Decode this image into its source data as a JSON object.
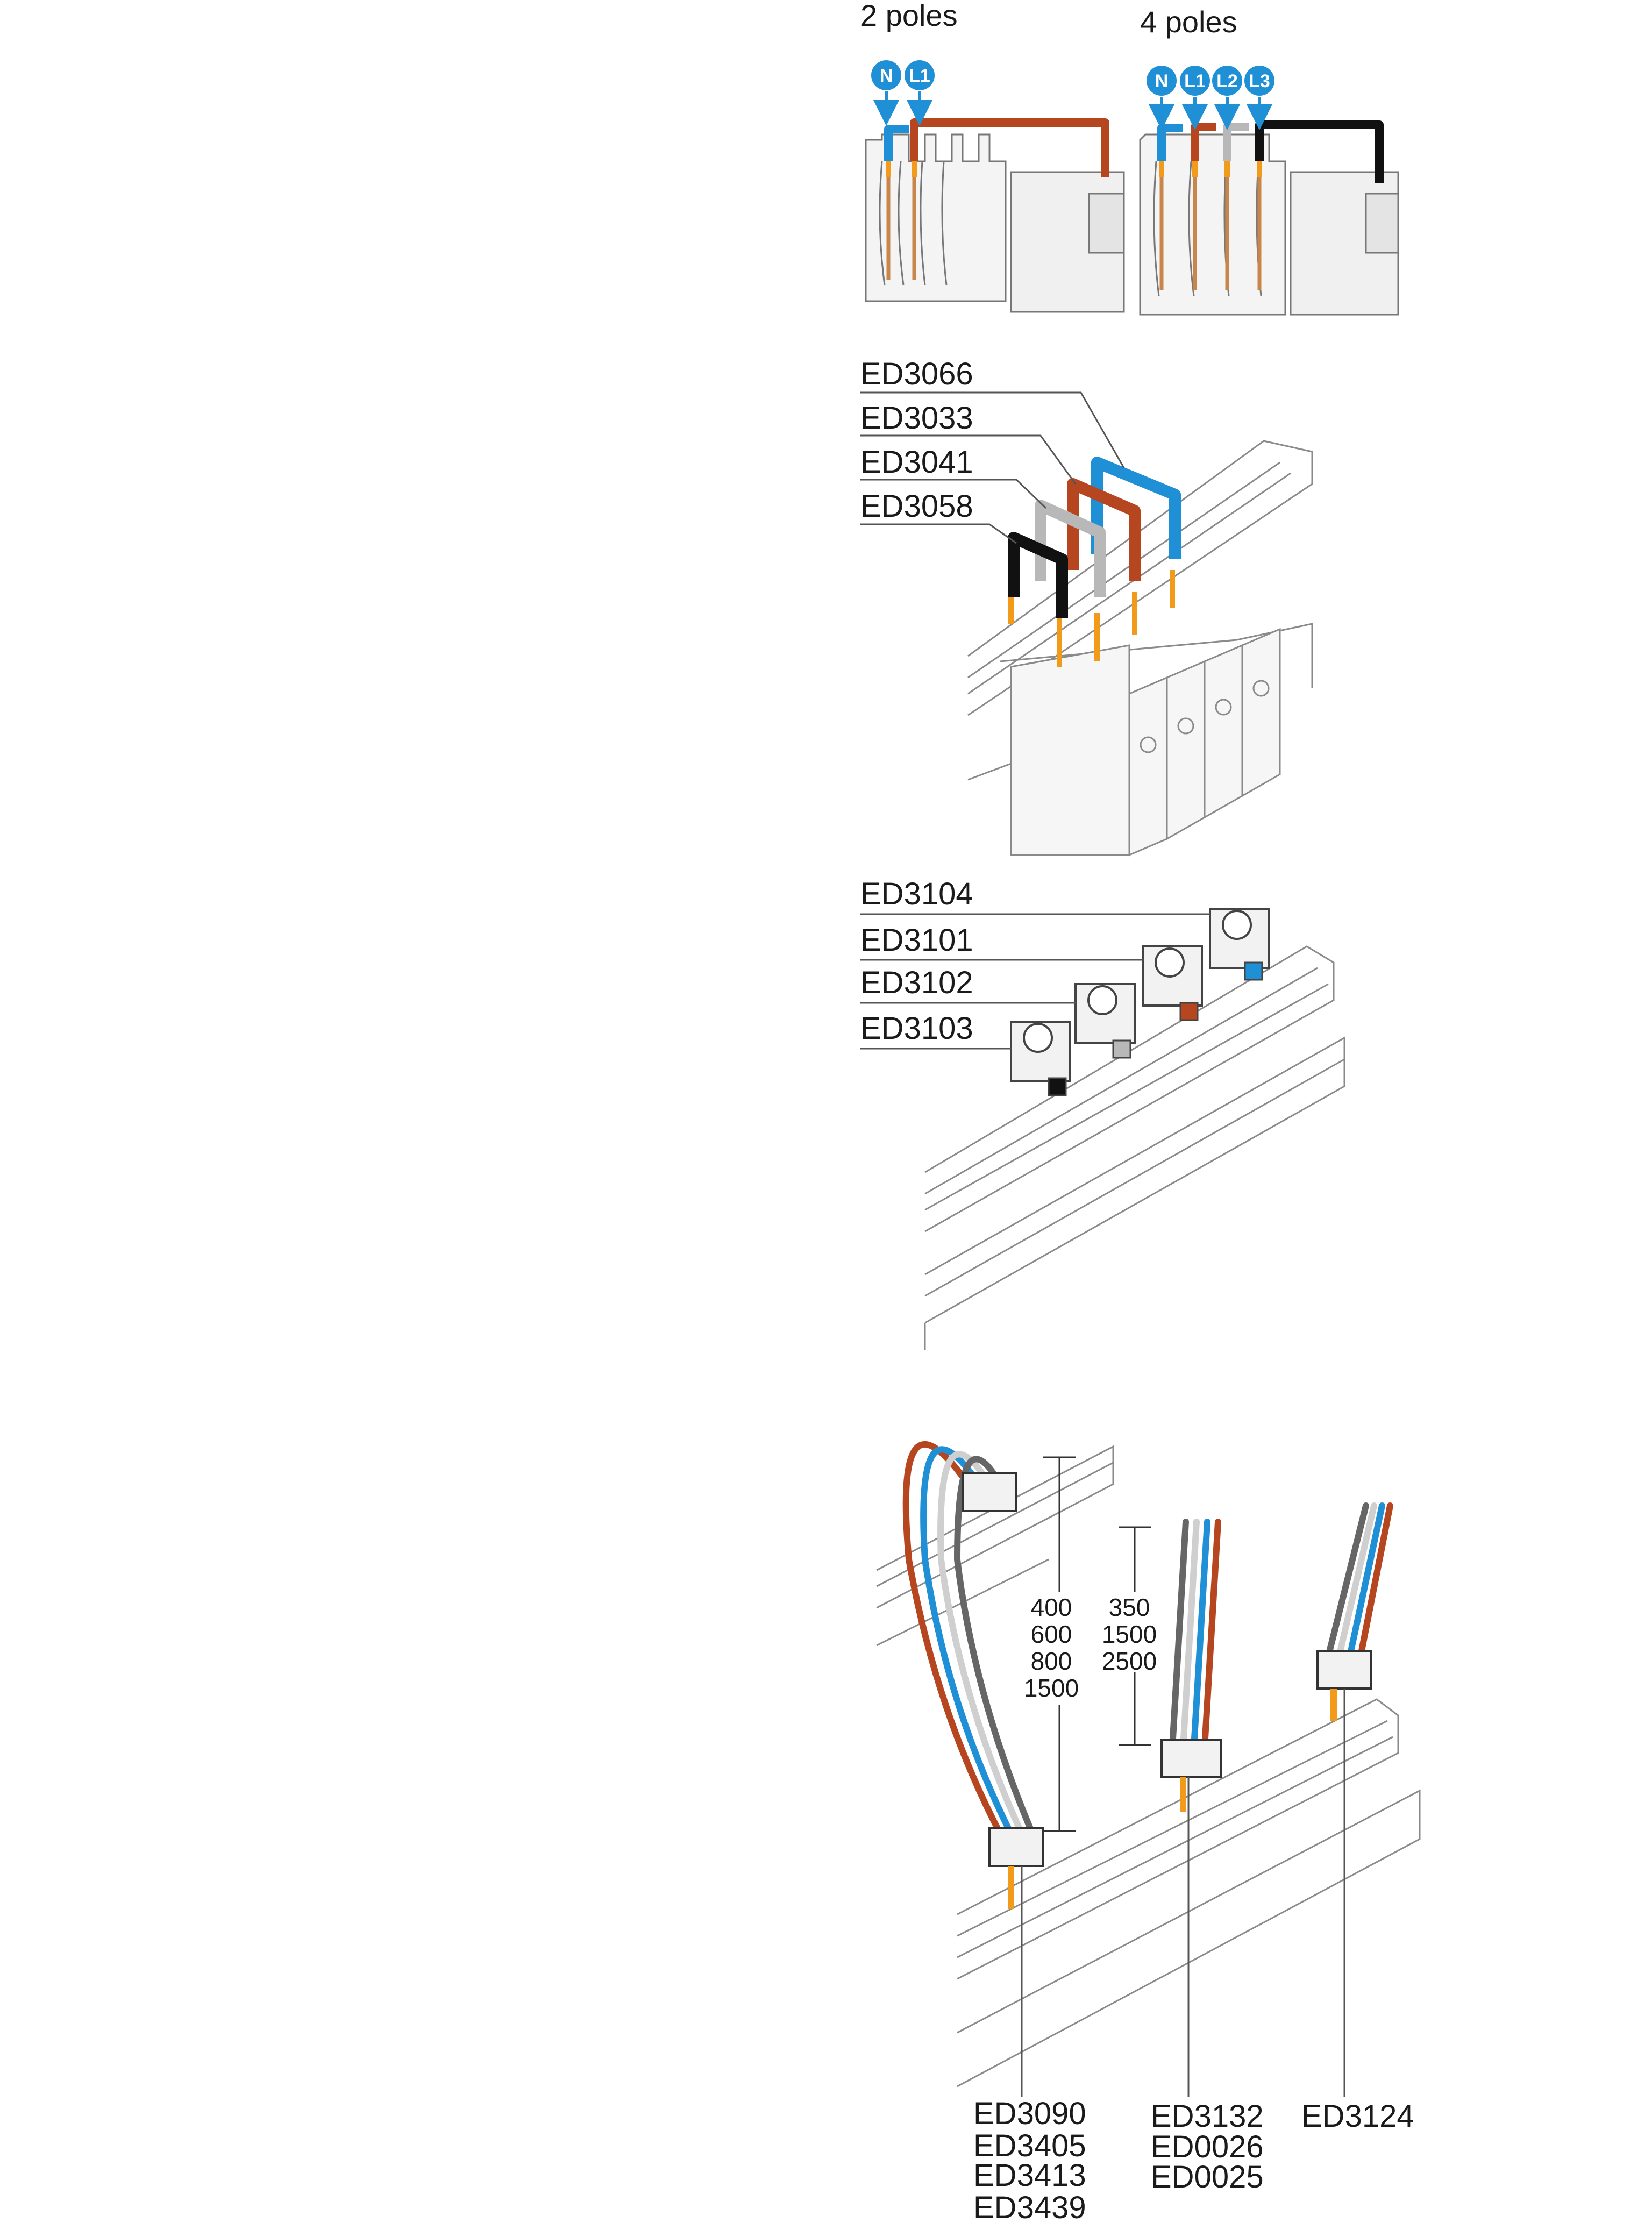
{
  "poles": {
    "two": {
      "title": "2 poles",
      "badges": [
        "N",
        "L1"
      ]
    },
    "four": {
      "title": "4 poles",
      "badges": [
        "N",
        "L1",
        "L2",
        "L3"
      ]
    }
  },
  "bridges": {
    "labels": [
      "ED3066",
      "ED3033",
      "ED3041",
      "ED3058"
    ]
  },
  "terminals": {
    "labels": [
      "ED3104",
      "ED3101",
      "ED3102",
      "ED3103"
    ]
  },
  "cables": {
    "dim_left": [
      "400",
      "600",
      "800",
      "1500"
    ],
    "dim_mid": [
      "350",
      "1500",
      "2500"
    ],
    "group_left": [
      "ED3090",
      "ED3405",
      "ED3413",
      "ED3439"
    ],
    "group_mid": [
      "ED3132",
      "ED0026",
      "ED0025"
    ],
    "group_right": [
      "ED3124"
    ]
  },
  "colors": {
    "neutral_blue": "#1f8fd6",
    "phase_brown": "#b5461f",
    "phase_grey": "#b8b8b8",
    "phase_black": "#111111",
    "arrow_orange": "#f29a1a",
    "copper": "#c8864a",
    "line": "#666666"
  }
}
